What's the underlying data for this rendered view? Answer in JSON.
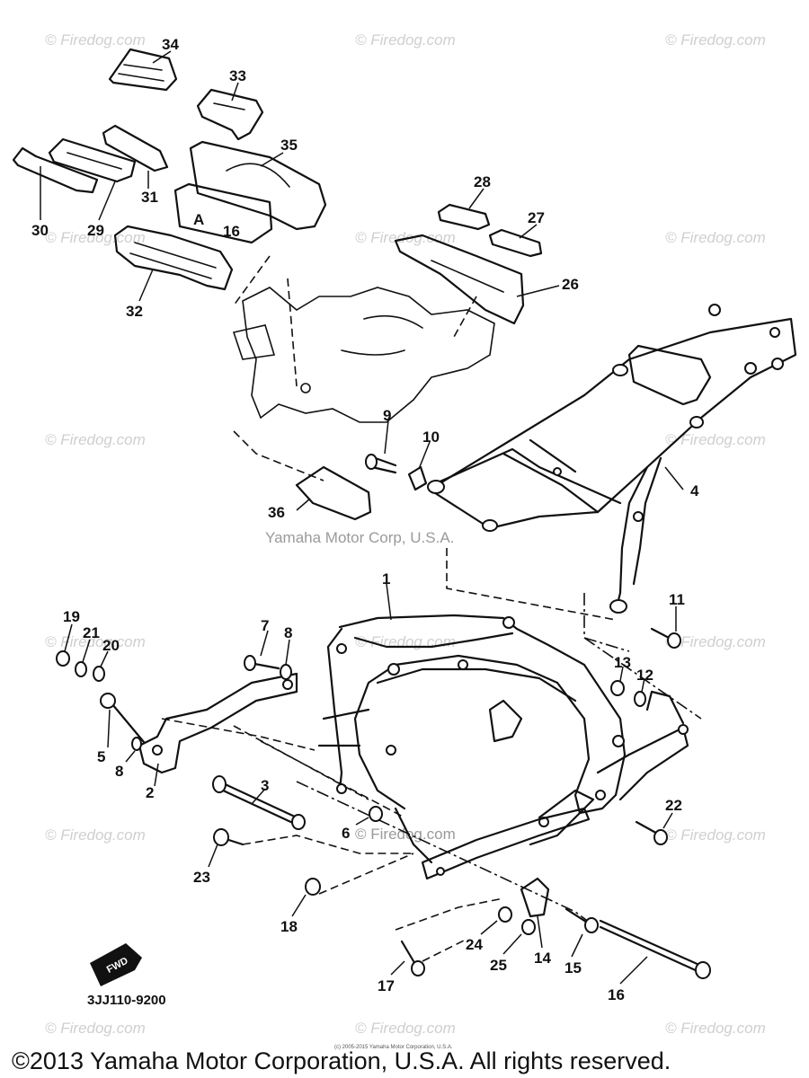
{
  "diagram": {
    "code": "3JJ110-9200",
    "center_watermark": "Yamaha Motor Corp, U.S.A.",
    "watermark": "© Firedog.com",
    "center_watermark_small": "© Firedog.com",
    "small_copyright": "(c) 2005-2015 Yamaha Motor Corporation, U.S.A.",
    "footer_copyright": "©2013 Yamaha Motor Corporation, U.S.A. All rights reserved.",
    "forward_label": "FWD",
    "part_labels": [
      "1",
      "2",
      "3",
      "4",
      "5",
      "6",
      "7",
      "8",
      "8",
      "9",
      "10",
      "11",
      "12",
      "13",
      "14",
      "15",
      "16",
      "17",
      "18",
      "19",
      "20",
      "21",
      "22",
      "23",
      "24",
      "25",
      "26",
      "27",
      "28",
      "29",
      "30",
      "31",
      "32",
      "33",
      "34",
      "35",
      "36"
    ]
  }
}
